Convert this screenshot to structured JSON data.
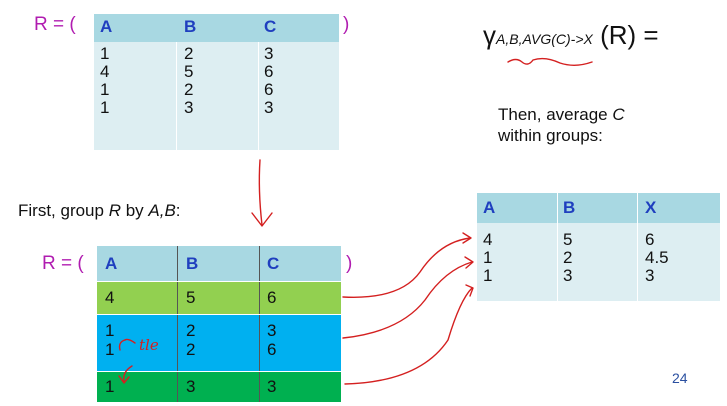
{
  "relation_label": "R = (",
  "close_paren": ")",
  "headers": [
    "A",
    "B",
    "C"
  ],
  "top_table": {
    "rows": [
      [
        "1",
        "2",
        "3"
      ],
      [
        "4",
        "5",
        "6"
      ],
      [
        "1",
        "2",
        "6"
      ],
      [
        "1",
        "3",
        "3"
      ]
    ]
  },
  "first_group_text": {
    "pre": "First, group ",
    "r": "R",
    "mid": " by ",
    "ab": "A,B",
    "post": ":"
  },
  "group_table": {
    "groups": [
      {
        "color": "#92d050",
        "rows": [
          [
            "4",
            "5",
            "6"
          ]
        ]
      },
      {
        "color": "#00b0f0",
        "rows": [
          [
            "1",
            "2",
            "3"
          ],
          [
            "1",
            "2",
            "6"
          ]
        ]
      },
      {
        "color": "#00b050",
        "rows": [
          [
            "1",
            "3",
            "3"
          ]
        ]
      }
    ]
  },
  "gamma_expr": {
    "gamma": "γ",
    "subscript": "A,B,AVG(C)->X",
    "rest": " (R) ="
  },
  "then_text": {
    "line1": "Then, average ",
    "c": "C",
    "line2": "within groups:"
  },
  "result_table": {
    "headers": [
      "A",
      "B",
      "X"
    ],
    "rows": [
      [
        "4",
        "5",
        "6"
      ],
      [
        "1",
        "2",
        "4.5"
      ],
      [
        "1",
        "3",
        "3"
      ]
    ]
  },
  "handwritten_note": "tle",
  "page_number": "24",
  "colors": {
    "magenta": "#b01cb0",
    "header_bg": "#a8d8e2",
    "body_bg": "#ddeef2",
    "header_text": "#1f3fbf",
    "annotation_red": "#d42020"
  }
}
